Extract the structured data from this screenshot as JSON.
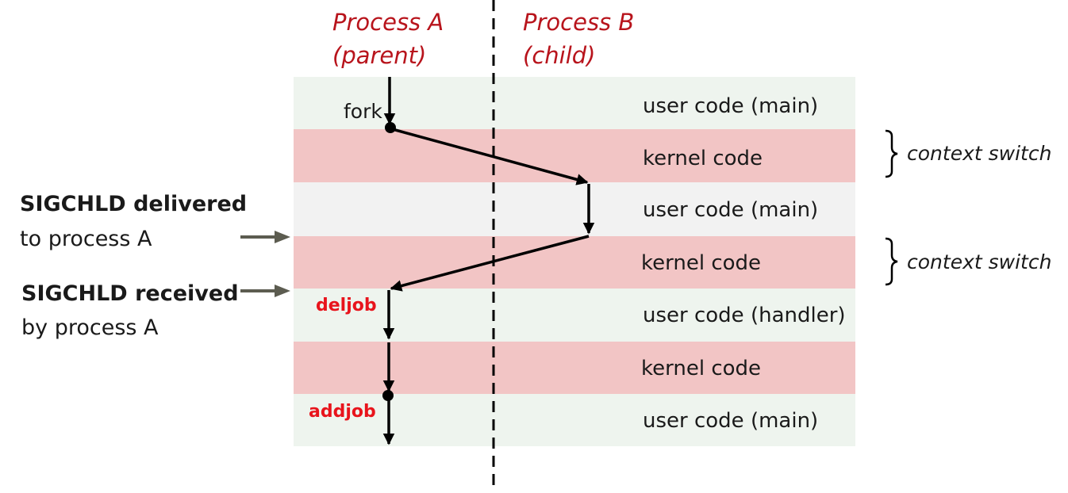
{
  "processes": {
    "a_line1": "Process A",
    "a_line2": "(parent)",
    "b_line1": "Process B",
    "b_line2": "(child)"
  },
  "bands": [
    {
      "label": "user code (main)",
      "kind": "user"
    },
    {
      "label": "kernel code",
      "kind": "kernel"
    },
    {
      "label": "user code (main)",
      "kind": "user-b"
    },
    {
      "label": "kernel code",
      "kind": "kernel"
    },
    {
      "label": "user code (handler)",
      "kind": "user"
    },
    {
      "label": "kernel code",
      "kind": "kernel"
    },
    {
      "label": "user code (main)",
      "kind": "user"
    }
  ],
  "context_switches": [
    {
      "label": "context switch"
    },
    {
      "label": "context switch"
    }
  ],
  "calls": {
    "fork": "fork",
    "deljob": "deljob",
    "addjob": "addjob"
  },
  "signals": {
    "delivered_bold": "SIGCHLD delivered",
    "delivered_rest": "to process A",
    "received_bold": "SIGCHLD received",
    "received_rest": "by process A"
  },
  "colors": {
    "user_band": "#eef4ee",
    "user_band_b": "#f2f2f2",
    "kernel_band": "#f2c5c5",
    "process_label": "#b8141c",
    "call_highlight": "#e8141c",
    "signal_arrow": "#5c5c50"
  }
}
